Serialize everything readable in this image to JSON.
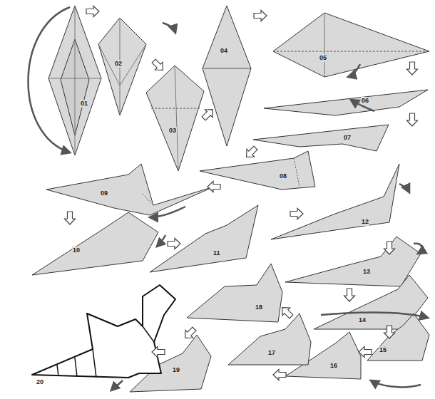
{
  "diagram": {
    "labels": [
      "01",
      "02",
      "03",
      "04",
      "05",
      "06",
      "07",
      "08",
      "09",
      "10",
      "11",
      "12",
      "13",
      "14",
      "15",
      "16",
      "17",
      "18",
      "19",
      "20"
    ]
  }
}
